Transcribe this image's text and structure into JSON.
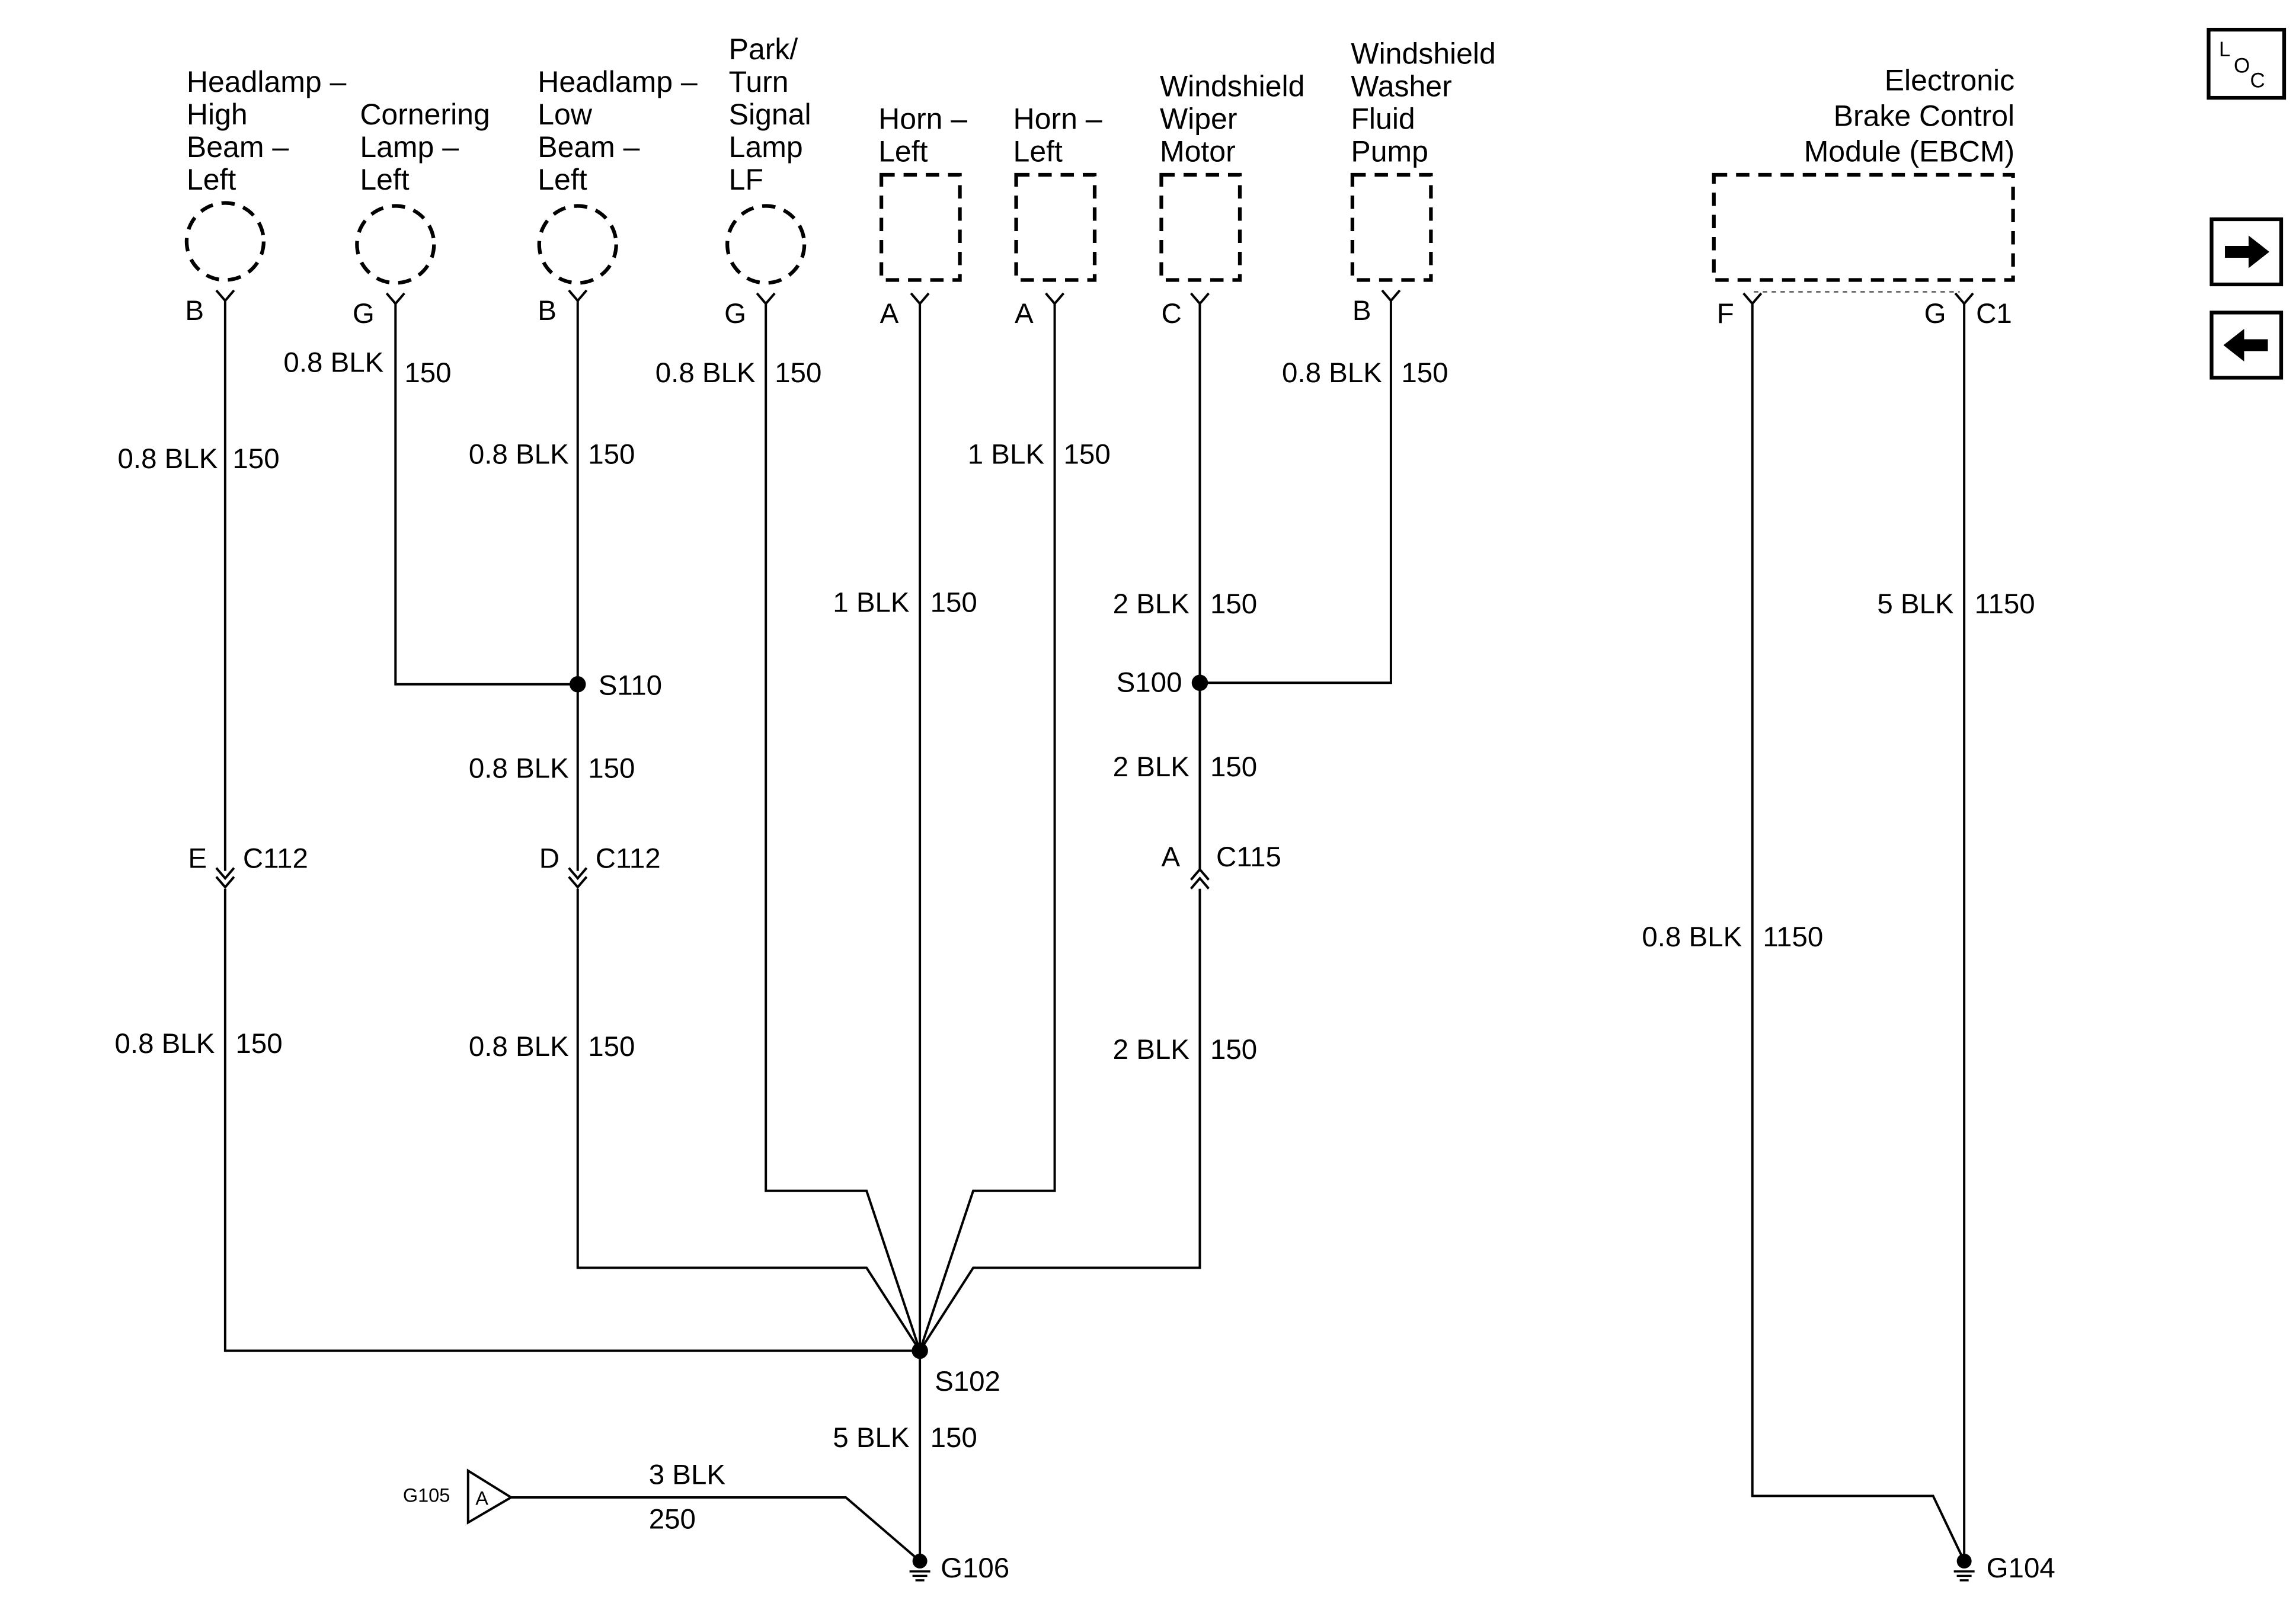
{
  "components": {
    "headlamp_high_left": [
      "Headlamp –",
      "High",
      "Beam –",
      "Left"
    ],
    "cornering_lamp_left": [
      "Cornering",
      "Lamp –",
      "Left"
    ],
    "headlamp_low_left": [
      "Headlamp –",
      "Low",
      "Beam –",
      "Left"
    ],
    "park_turn_lf": [
      "Park/",
      "Turn",
      "Signal",
      "Lamp",
      "LF"
    ],
    "horn_left_1": [
      "Horn –",
      "Left"
    ],
    "horn_left_2": [
      "Horn –",
      "Left"
    ],
    "wiper_motor": [
      "Windshield",
      "Wiper",
      "Motor"
    ],
    "washer_pump": [
      "Windshield",
      "Washer",
      "Fluid",
      "Pump"
    ],
    "ebcm": [
      "Electronic",
      "Brake Control",
      "Module (EBCM)"
    ]
  },
  "pins": {
    "hh": "B",
    "cl": "G",
    "hl": "B",
    "pt": "G",
    "h1": "A",
    "h2": "A",
    "wm": "C",
    "wp": "B",
    "ebcm_f": "F",
    "ebcm_g": "G",
    "ebcm_conn": "C1"
  },
  "wires": {
    "w1": [
      "0.8 BLK",
      "150"
    ],
    "w2": [
      "0.8 BLK",
      "150"
    ],
    "w3": [
      "0.8 BLK",
      "150"
    ],
    "w4": [
      "0.8 BLK",
      "150"
    ],
    "w5": [
      "1 BLK",
      "150"
    ],
    "w6": [
      "1 BLK",
      "150"
    ],
    "w7": [
      "0.8 BLK",
      "150"
    ],
    "w8": [
      "2 BLK",
      "150"
    ],
    "w9": [
      "5 BLK",
      "1150"
    ],
    "w10": [
      "0.8 BLK",
      "150"
    ],
    "w11": [
      "2 BLK",
      "150"
    ],
    "w12": [
      "0.8 BLK",
      "1150"
    ],
    "w13": [
      "0.8 BLK",
      "150"
    ],
    "w14": [
      "0.8 BLK",
      "150"
    ],
    "w15": [
      "2 BLK",
      "150"
    ],
    "w16": [
      "5 BLK",
      "150"
    ],
    "w17": [
      "3 BLK",
      "250"
    ]
  },
  "splices": {
    "s110": "S110",
    "s100": "S100",
    "s102": "S102"
  },
  "connectors": {
    "c112_e": [
      "E",
      "C112"
    ],
    "c112_d": [
      "D",
      "C112"
    ],
    "c115_a": [
      "A",
      "C115"
    ]
  },
  "grounds": {
    "g106": "G106",
    "g104": "G104",
    "g105": "G105",
    "g105_pin": "A"
  },
  "nav": {
    "loc_l": "L",
    "loc_o": "O",
    "loc_c": "C",
    "forward_icon": "right-arrow-icon",
    "back_icon": "left-arrow-icon"
  }
}
